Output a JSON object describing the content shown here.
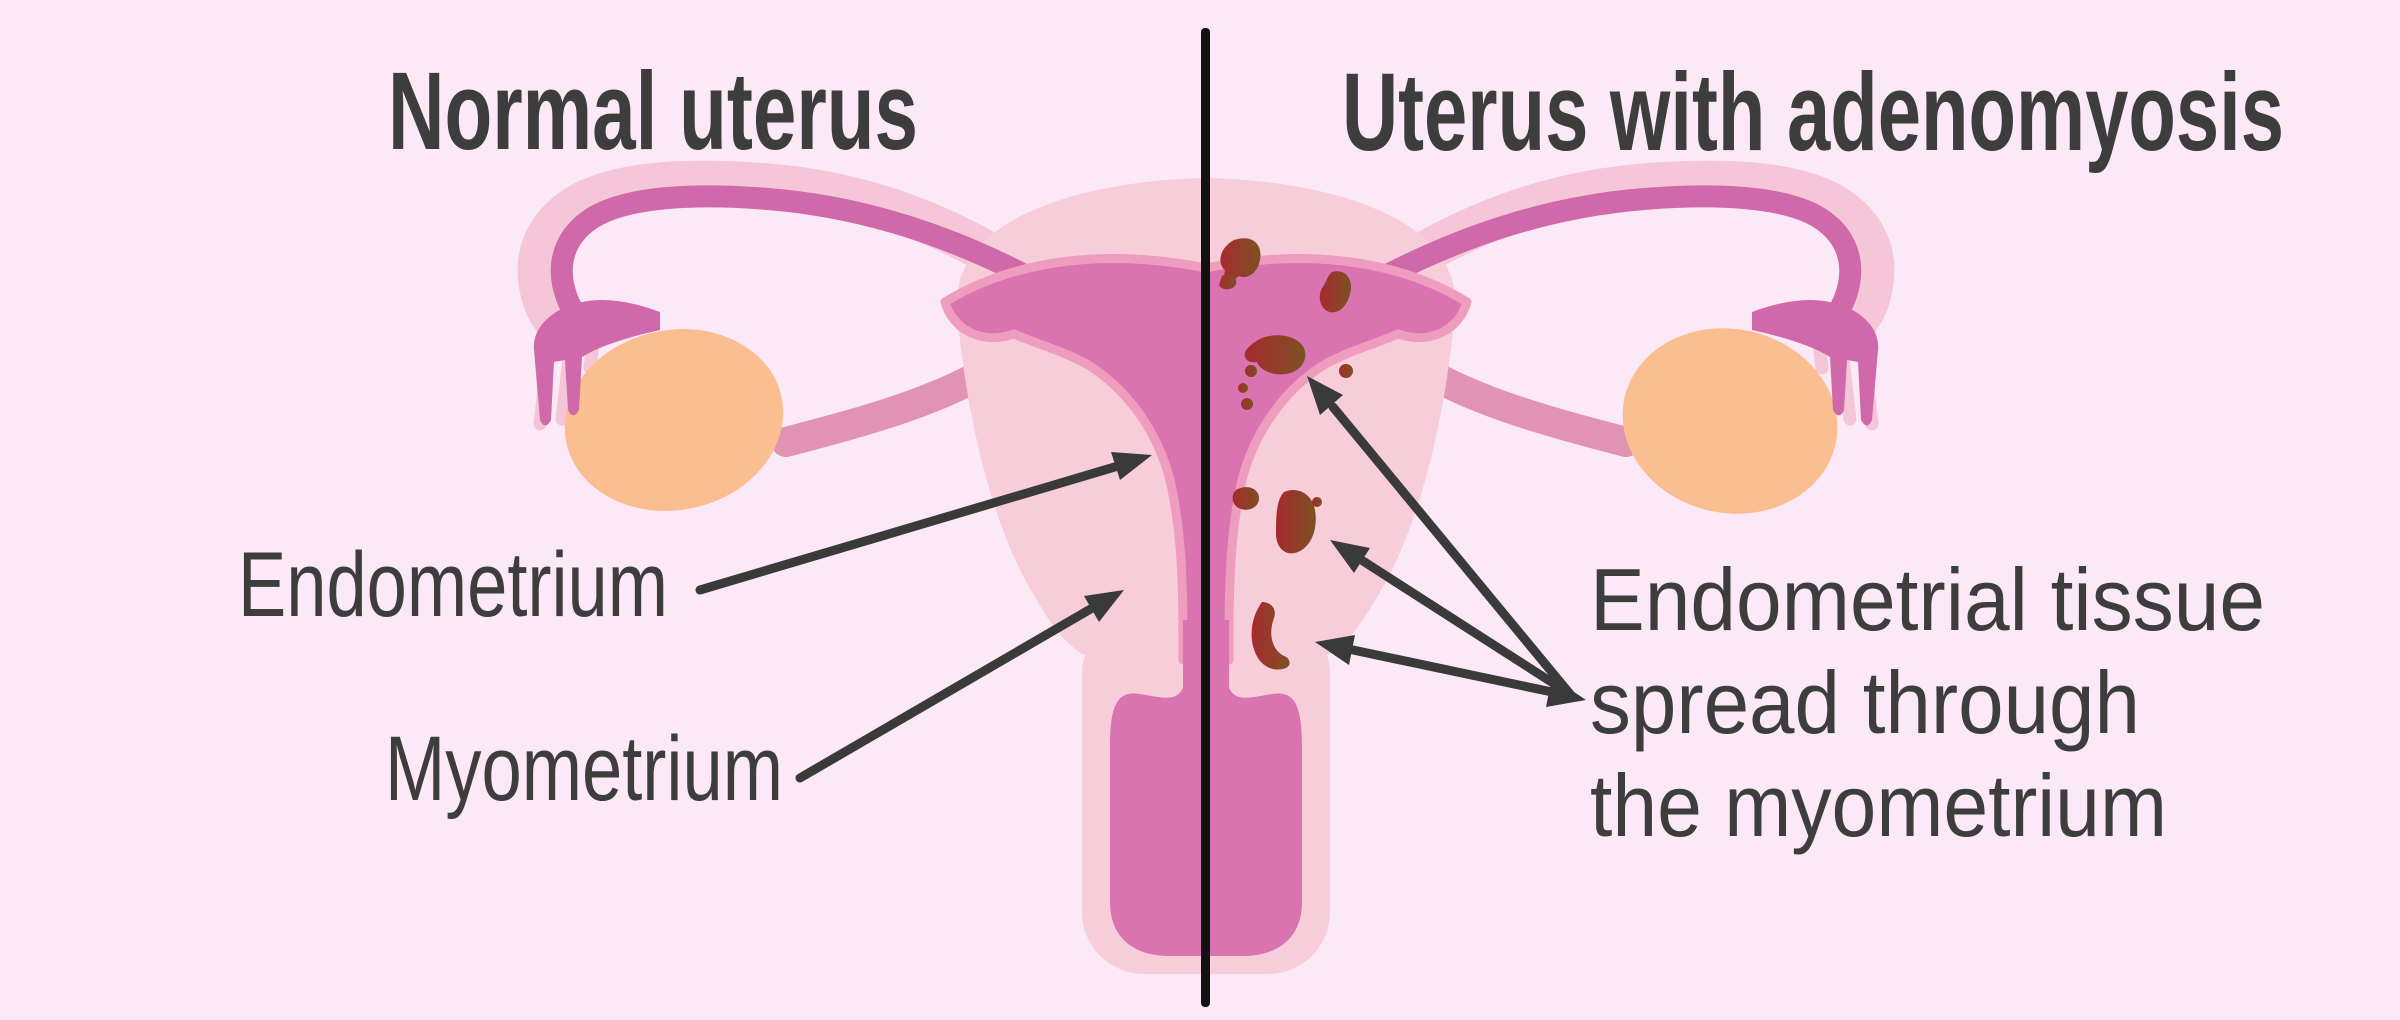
{
  "header": {
    "left_title": "Normal uterus",
    "right_title": "Uterus with adenomyosis"
  },
  "left_panel": {
    "endometrium_label": "Endometrium",
    "myometrium_label": "Myometrium"
  },
  "right_panel": {
    "annotation_line1": "Endometrial tissue",
    "annotation_line2": "spread through",
    "annotation_line3": "the myometrium"
  },
  "colors": {
    "background": "#fce9f8",
    "body": "#f8cdda",
    "tube_outer": "#f5c6d7",
    "tube_core": "#d069aa",
    "cavity": "#d974b1",
    "cavity_border": "#ee9dbf",
    "ovary": "#fbbe90",
    "ligament": "#e093b2",
    "lesion_red": "#a62a2e",
    "lesion_brown": "#7d5124",
    "divider": "#111111",
    "arrow": "#3a3a3a",
    "text": "#3d3d3d"
  }
}
